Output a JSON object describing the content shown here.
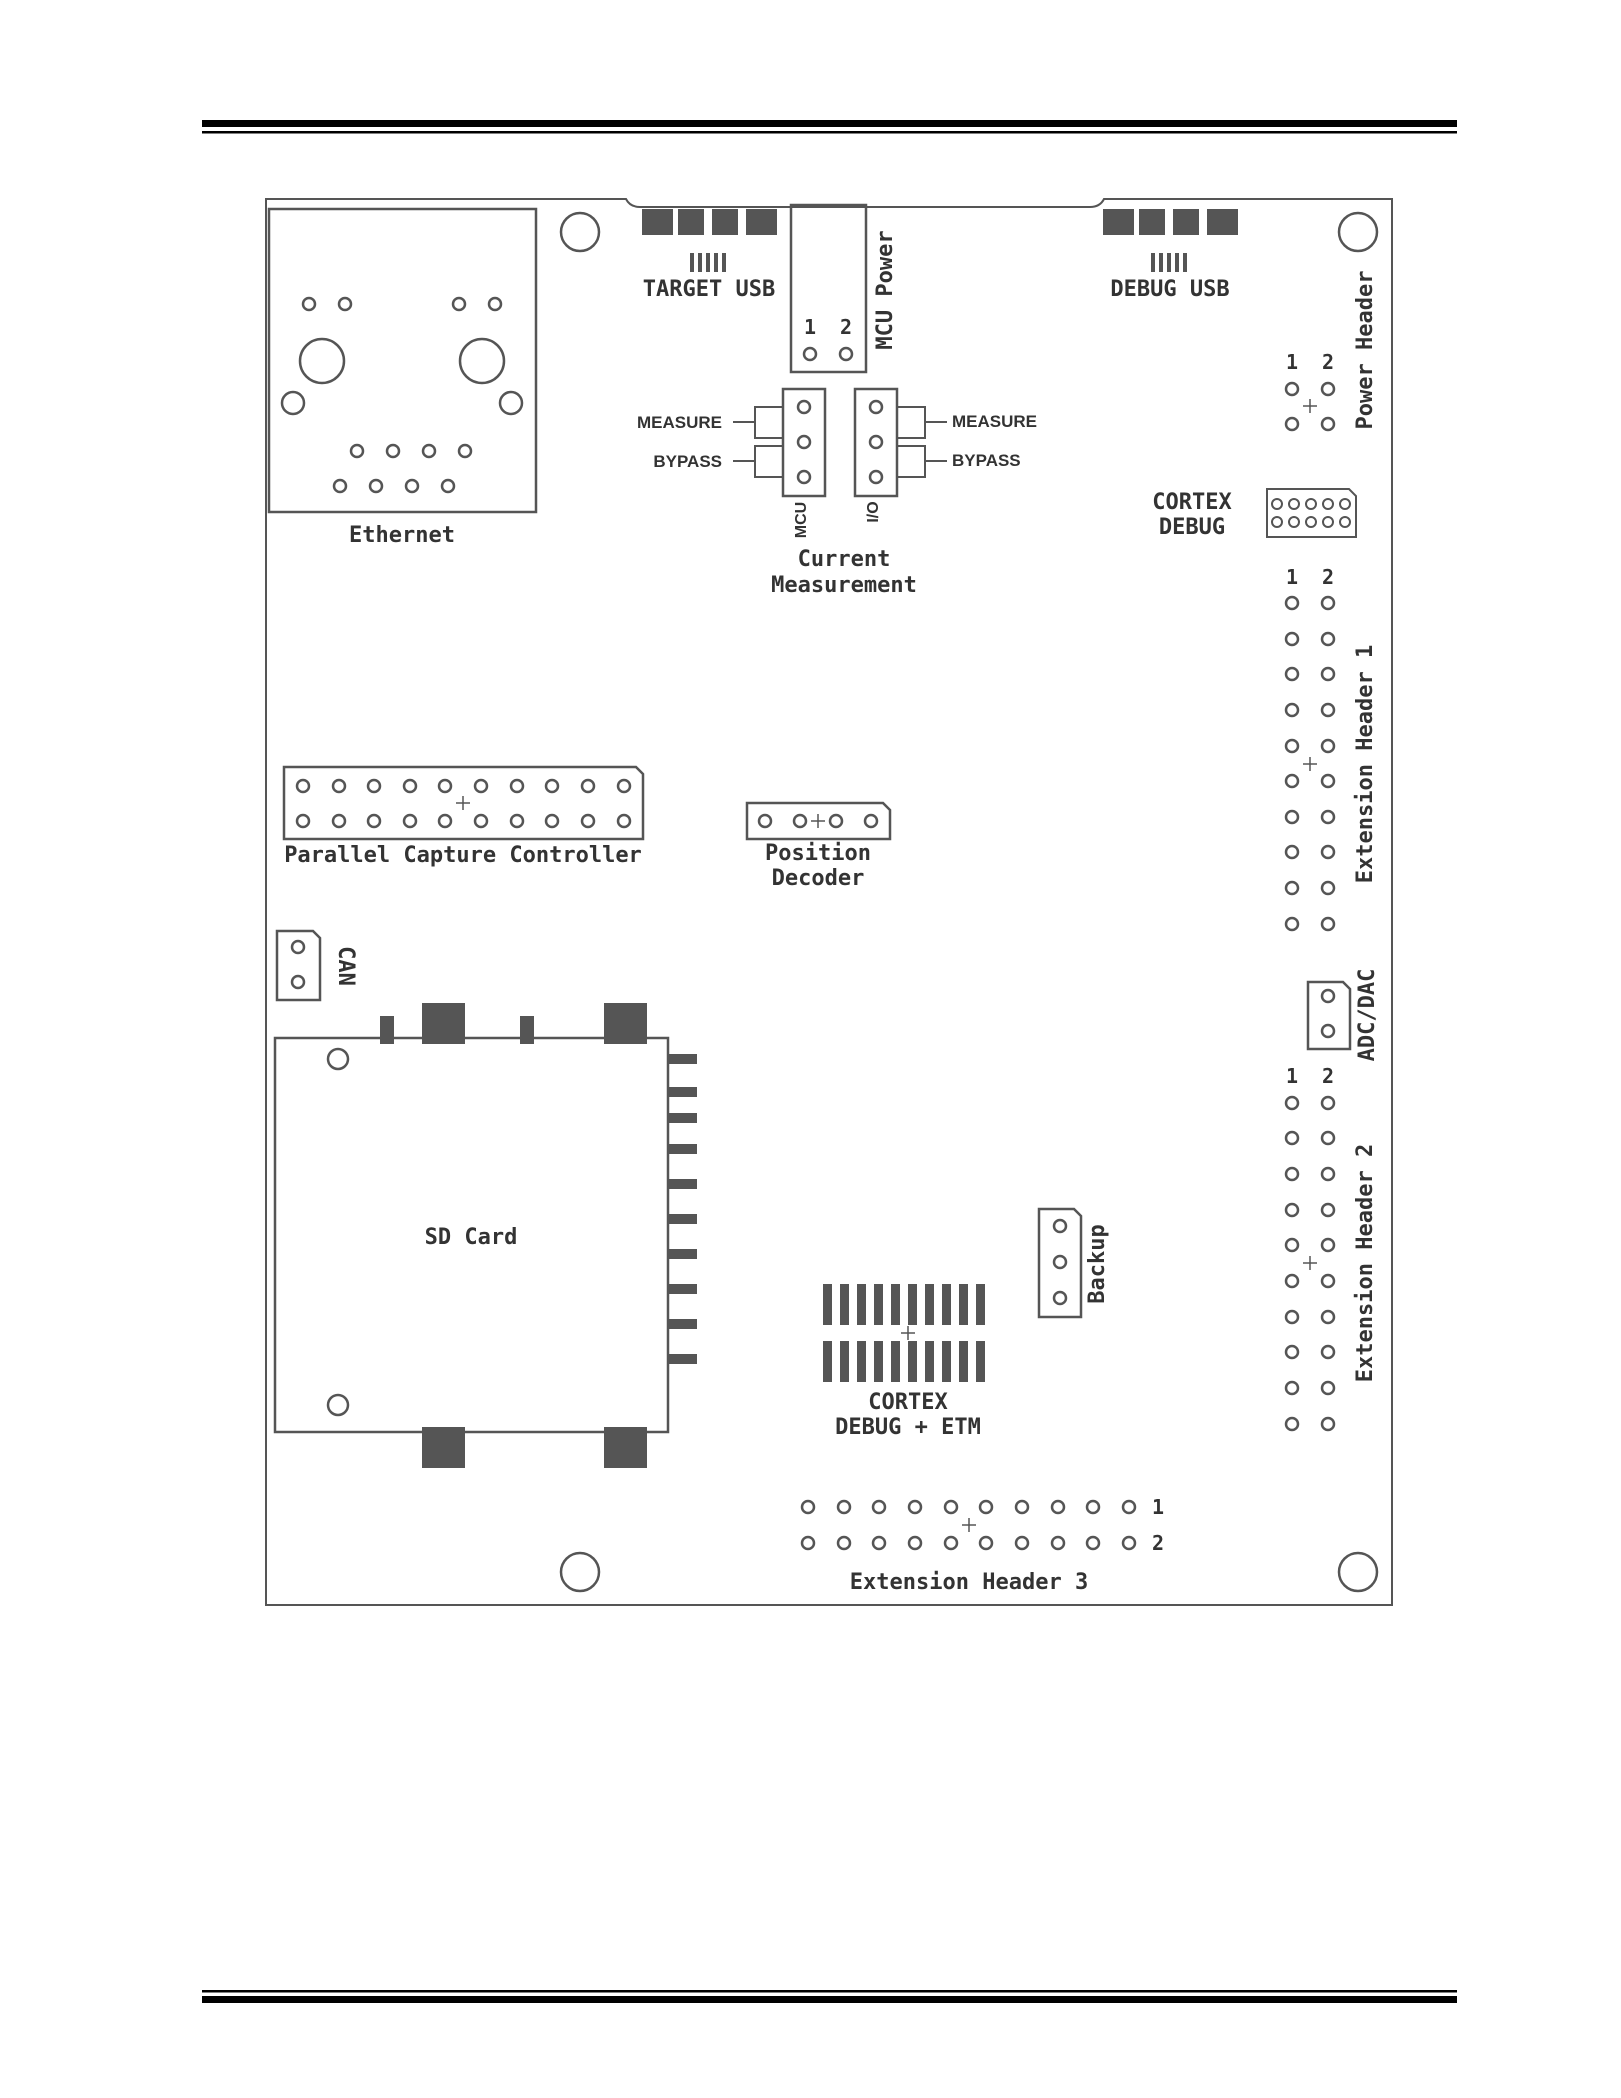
{
  "labels": {
    "target_usb": "TARGET USB",
    "debug_usb": "DEBUG USB",
    "mcu_power": "MCU Power",
    "power_header": "Power Header",
    "ethernet": "Ethernet",
    "measure": "MEASURE",
    "bypass": "BYPASS",
    "mcu": "MCU",
    "io": "I/O",
    "current_measurement_1": "Current",
    "current_measurement_2": "Measurement",
    "cortex_debug_1": "CORTEX",
    "cortex_debug_2": "DEBUG",
    "extension_header_1": "Extension Header 1",
    "parallel_capture_controller": "Parallel Capture Controller",
    "position_decoder_1": "Position",
    "position_decoder_2": "Decoder",
    "can": "CAN",
    "adc_dac": "ADC/DAC",
    "sd_card": "SD Card",
    "extension_header_2": "Extension Header 2",
    "backup": "Backup",
    "cortex_debug_etm_1": "CORTEX",
    "cortex_debug_etm_2": "DEBUG + ETM",
    "extension_header_3": "Extension Header 3",
    "pin_1": "1",
    "pin_2": "2"
  }
}
